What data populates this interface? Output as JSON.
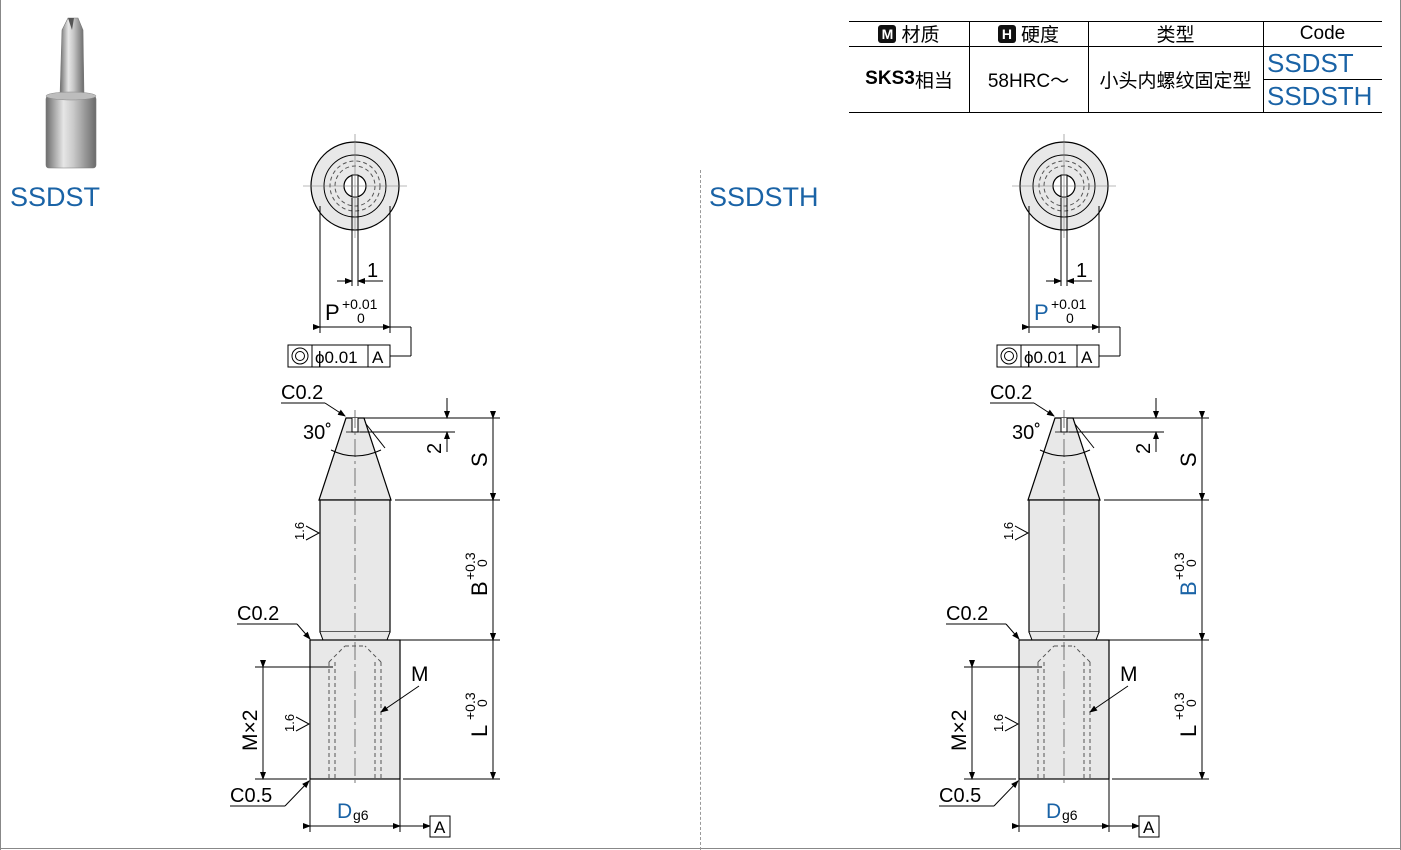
{
  "table": {
    "headers": {
      "material": {
        "tag": "M",
        "label": "材质"
      },
      "hardness": {
        "tag": "H",
        "label": "硬度"
      },
      "type": "类型",
      "code": "Code"
    },
    "row": {
      "material_bold": "SKS3",
      "material_suffix": "相当",
      "hardness": "58HRC～",
      "type": "小头内螺纹固定型",
      "codes": [
        "SSDST",
        "SSDSTH"
      ]
    }
  },
  "photo": {
    "alt": "pin-product-photo"
  },
  "drawings": [
    {
      "title": "SSDST",
      "highlight_p": false,
      "highlight_b": false,
      "labels": {
        "slot_width": "1",
        "P": "P",
        "P_upper": "+0.01",
        "P_lower": "0",
        "tol_symbol": "◎",
        "tol_value": "ϕ0.01",
        "tol_datum": "A",
        "c_top": "C0.2",
        "angle": "30˚",
        "slot_depth": "2",
        "S": "S",
        "B": "B",
        "B_upper": "+0.3",
        "B_lower": "0",
        "rough1": "1.6",
        "c_mid": "C0.2",
        "M": "M",
        "MX2": "M×2",
        "rough2": "1.6",
        "L": "L",
        "L_upper": "+0.3",
        "L_lower": "0",
        "c_bot": "C0.5",
        "D": "D",
        "D_sub": "g6",
        "datum": "A"
      }
    },
    {
      "title": "SSDSTH",
      "highlight_p": true,
      "highlight_b": true,
      "labels": {
        "slot_width": "1",
        "P": "P",
        "P_upper": "+0.01",
        "P_lower": "0",
        "tol_symbol": "◎",
        "tol_value": "ϕ0.01",
        "tol_datum": "A",
        "c_top": "C0.2",
        "angle": "30˚",
        "slot_depth": "2",
        "S": "S",
        "B": "B",
        "B_upper": "+0.3",
        "B_lower": "0",
        "rough1": "1.6",
        "c_mid": "C0.2",
        "M": "M",
        "MX2": "M×2",
        "rough2": "1.6",
        "L": "L",
        "L_upper": "+0.3",
        "L_lower": "0",
        "c_bot": "C0.5",
        "D": "D",
        "D_sub": "g6",
        "datum": "A"
      }
    }
  ],
  "colors": {
    "accent": "#1a63a6",
    "line": "#000000",
    "fill": "#e8e8e8"
  }
}
